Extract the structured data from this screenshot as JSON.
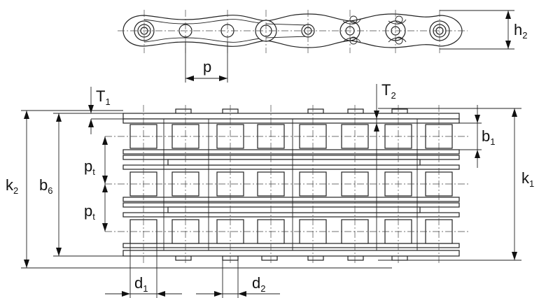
{
  "labels": {
    "h2": {
      "main": "h",
      "sub": "2"
    },
    "p": {
      "main": "p",
      "sub": ""
    },
    "T1": {
      "main": "T",
      "sub": "1"
    },
    "T2": {
      "main": "T",
      "sub": "2"
    },
    "b1": {
      "main": "b",
      "sub": "1"
    },
    "k1": {
      "main": "k",
      "sub": "1"
    },
    "k2": {
      "main": "k",
      "sub": "2"
    },
    "b6": {
      "main": "b",
      "sub": "6"
    },
    "pt_upper": {
      "main": "p",
      "sub": "t"
    },
    "pt_lower": {
      "main": "p",
      "sub": "t"
    },
    "d1": {
      "main": "d",
      "sub": "1"
    },
    "d2": {
      "main": "d",
      "sub": "2"
    }
  }
}
